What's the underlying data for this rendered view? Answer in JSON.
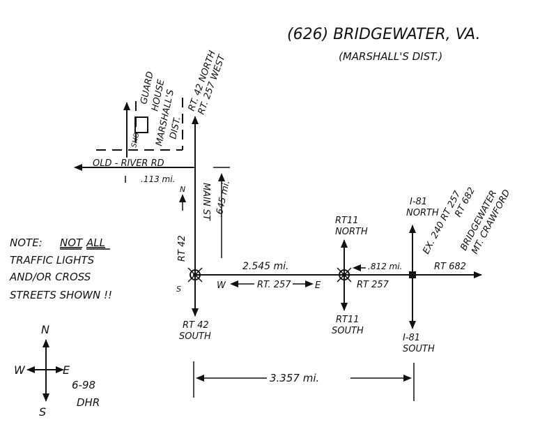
{
  "title": "(626) BRIDGEWATER, VA.",
  "subtitle": "(MARSHALL'S DIST.)",
  "roads": {
    "rt42_north": "RT. 42 NORTH",
    "rt257_west": "RT. 257 WEST",
    "old_river_rd": "OLD - RIVER RD",
    "main_st": "MAIN ST",
    "rt42": "RT 42",
    "rt42_south_1": "RT 42",
    "rt42_south_2": "SOUTH",
    "rt11_north_1": "RT11",
    "rt11_north_2": "NORTH",
    "rt11_south_1": "RT11",
    "rt11_south_2": "SOUTH",
    "rt257_mid": "RT. 257",
    "rt257_east": "RT 257",
    "rt682": "RT 682",
    "i81_north_1": "I-81",
    "i81_north_2": "NORTH",
    "i81_south_1": "I-81",
    "i81_south_2": "SOUTH",
    "exit_1": "EX. 240  RT 257",
    "exit_2": "RT 682",
    "exit_3": "BRIDGEWATER",
    "exit_4": "MT. CRAWFORD"
  },
  "guard_house": {
    "label_1": "GUARD",
    "label_2": "HOUSE",
    "dist_1": "MARSHALL'S",
    "dist_2": "DIST.",
    "sho": "SHO."
  },
  "distances": {
    "d_113": ".113 mi.",
    "d_645": ".645 mi.",
    "d_2545": "2.545 mi.",
    "d_812": ".812 mi.",
    "d_3357": "3.357 mi."
  },
  "directions": {
    "n": "N",
    "s": "S",
    "w": "W",
    "e": "E"
  },
  "note": {
    "line1_pre": "NOTE:",
    "line1_not": "NOT",
    "line1_all": "ALL",
    "line2": "TRAFFIC LIGHTS",
    "line3": "AND/OR CROSS",
    "line4": "STREETS SHOWN !!"
  },
  "compass": {
    "n": "N",
    "s": "S",
    "w": "W",
    "e": "E"
  },
  "footer": {
    "date": "6-98",
    "author": "DHR"
  },
  "colors": {
    "ink": "#111111",
    "paper": "#ffffff"
  }
}
